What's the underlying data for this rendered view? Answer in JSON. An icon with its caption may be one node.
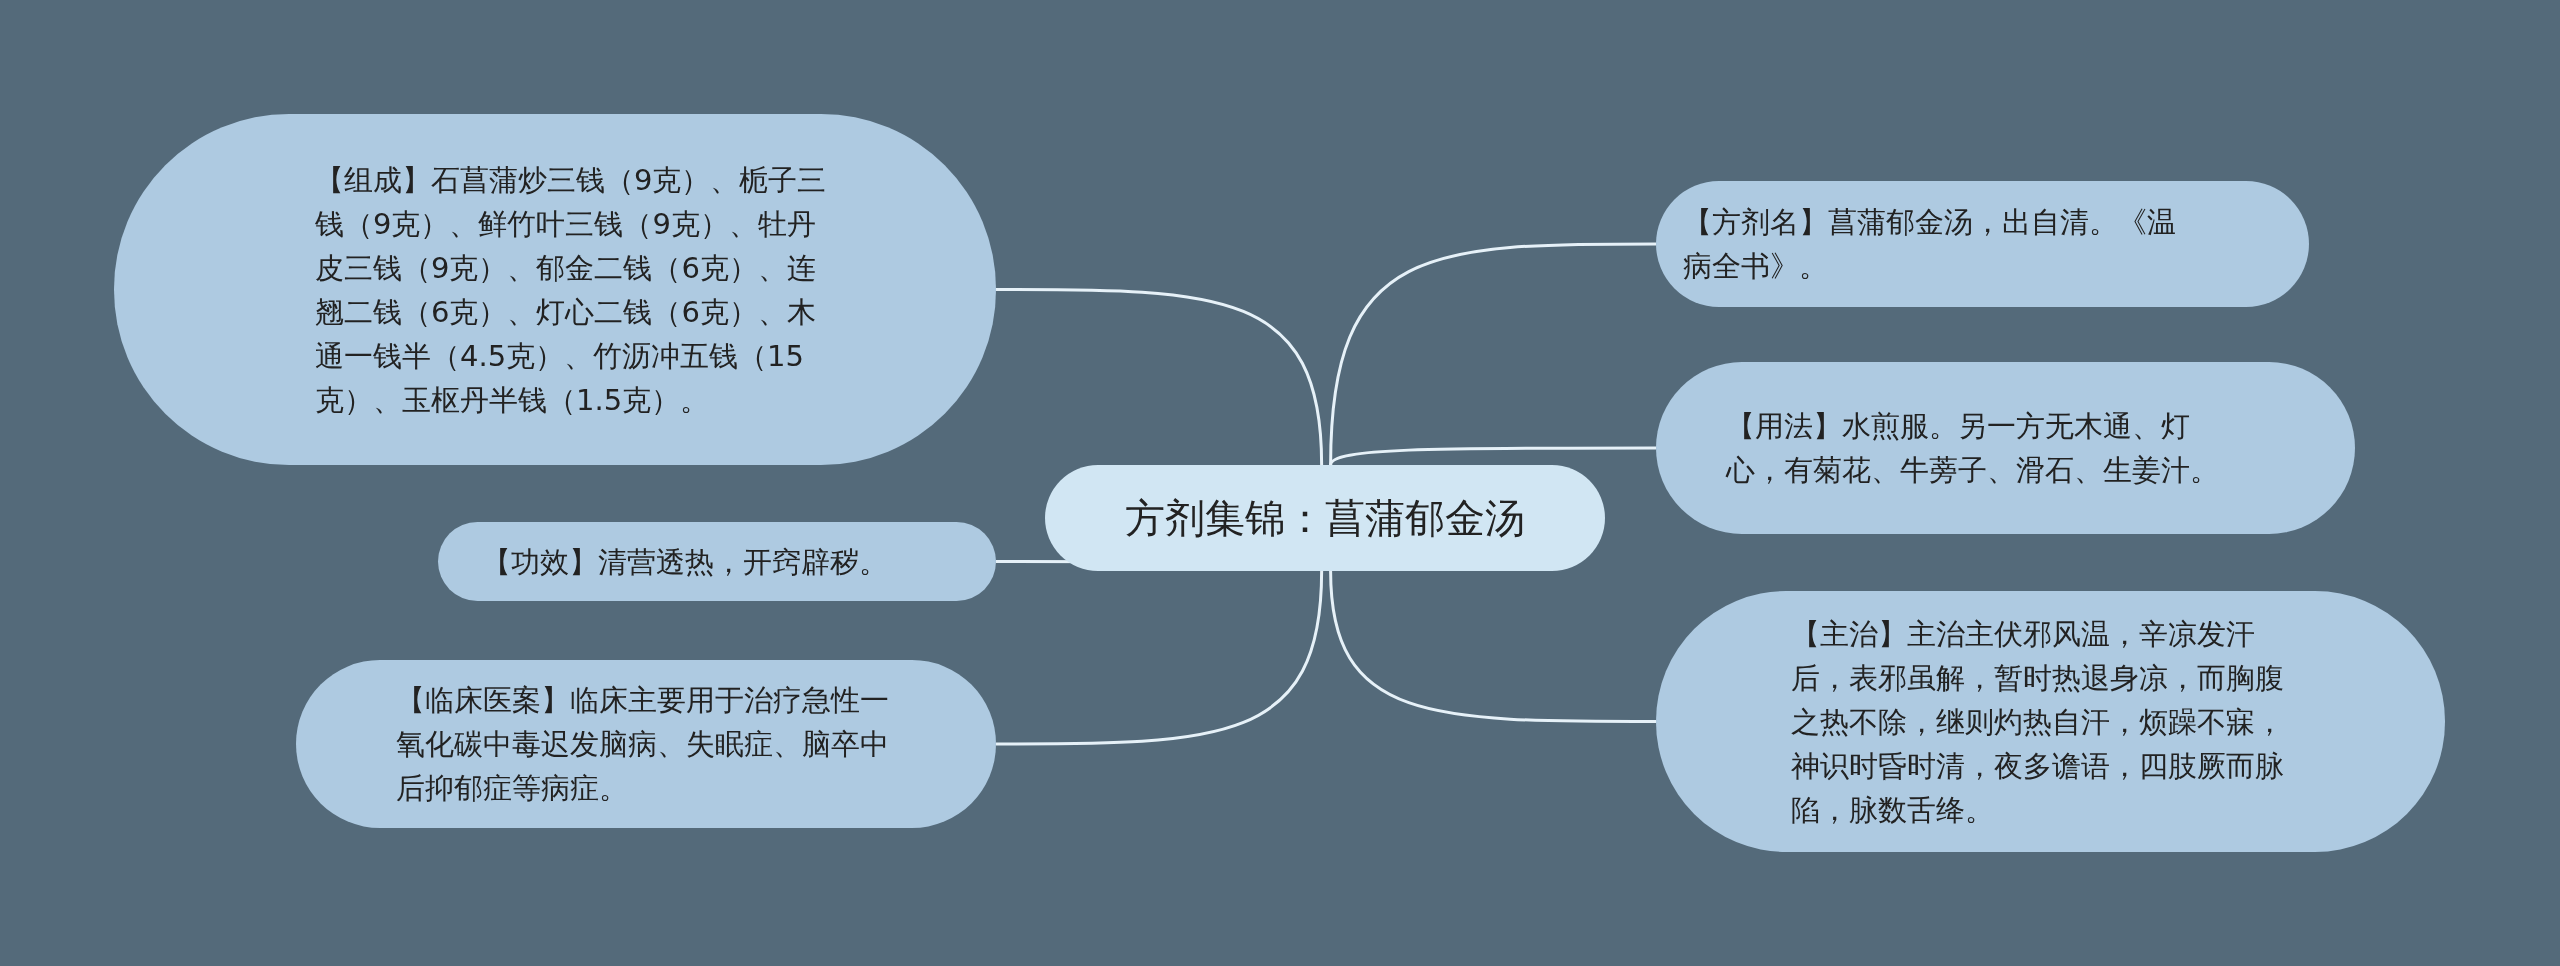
{
  "diagram": {
    "nodes": [
      {
        "text": [
          "方剂集锦：菖蒲郁金汤"
        ]
      },
      {
        "text": [
          "【组成】石菖蒲炒三钱（9克）、栀子三钱（9克）、鲜竹叶三钱（9克）、牡丹皮三钱（9克）、郁金二钱（6克）、连翘二钱（6克）、灯心二钱（6克）、木通一钱半（4.5克）、竹沥冲五钱（15克）、玉枢丹半钱（1.5克）。"
        ]
      },
      {
        "text": [
          "【功效】清营透热，开窍辟秽。"
        ]
      },
      {
        "text": [
          "【临床医案】临床主要用于治疗急性一氧化碳中毒迟发脑病、失眠症、脑卒中后抑郁症等病症。"
        ]
      },
      {
        "text": [
          "【方剂名】菖蒲郁金汤，出自清。《温病全书》。"
        ]
      },
      {
        "text": [
          "【用法】水煎服。另一方无木通、灯心，有菊花、牛蒡子、滑石、生姜汁。"
        ]
      },
      {
        "text": [
          "【主治】主治主伏邪风温，辛凉发汗后，表邪虽解，暂时热退身凉，而胸腹之热不除，继则灼热自汗，烦躁不寐，神识时昏时清，夜多谵语，四肢厥而脉陷，脉数舌绛。"
        ]
      }
    ],
    "edges": [
      {
        "from": 0,
        "to": 1,
        "arrow": "none"
      },
      {
        "from": 0,
        "to": 2,
        "arrow": "none"
      },
      {
        "from": 0,
        "to": 3,
        "arrow": "none"
      },
      {
        "from": 0,
        "to": 4,
        "arrow": "none"
      },
      {
        "from": 0,
        "to": 5,
        "arrow": "none"
      },
      {
        "from": 0,
        "to": 6,
        "arrow": "none"
      }
    ]
  }
}
